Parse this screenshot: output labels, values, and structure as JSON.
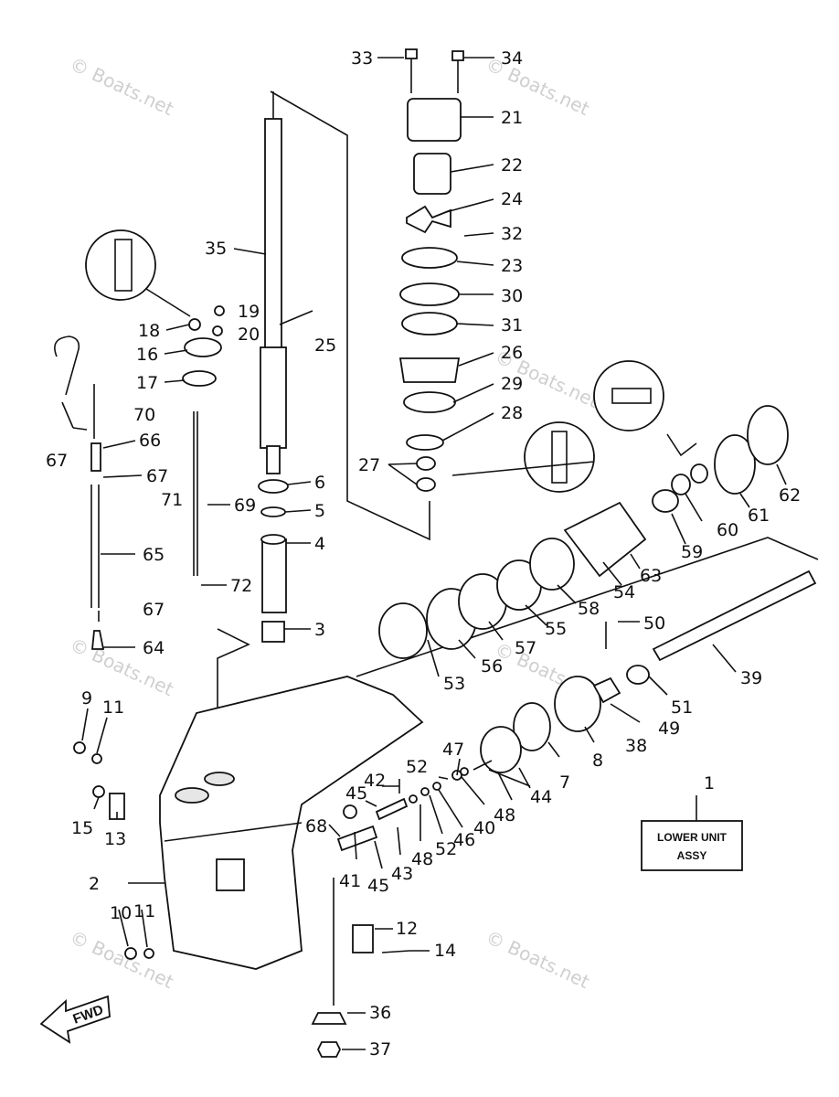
{
  "watermark": "© Boats.net",
  "assembly_box": {
    "line1": "LOWER UNIT",
    "line2": "ASSY"
  },
  "direction_arrow": "FWD",
  "callouts": {
    "c1": "1",
    "c2": "2",
    "c3": "3",
    "c4": "4",
    "c5": "5",
    "c6": "6",
    "c7": "7",
    "c8": "8",
    "c9": "9",
    "c10": "10",
    "c11a": "11",
    "c11b": "11",
    "c12": "12",
    "c13": "13",
    "c14": "14",
    "c15": "15",
    "c16": "16",
    "c17": "17",
    "c18": "18",
    "c19": "19",
    "c20": "20",
    "c21": "21",
    "c22": "22",
    "c23": "23",
    "c24": "24",
    "c25": "25",
    "c26": "26",
    "c27": "27",
    "c28": "28",
    "c29": "29",
    "c30": "30",
    "c31": "31",
    "c32": "32",
    "c33": "33",
    "c34": "34",
    "c35": "35",
    "c36": "36",
    "c37": "37",
    "c38": "38",
    "c39": "39",
    "c40": "40",
    "c41": "41",
    "c42": "42",
    "c43": "43",
    "c44": "44",
    "c45a": "45",
    "c45b": "45",
    "c46": "46",
    "c47": "47",
    "c48a": "48",
    "c48b": "48",
    "c49": "49",
    "c50": "50",
    "c51": "51",
    "c52a": "52",
    "c52b": "52",
    "c53": "53",
    "c54": "54",
    "c55": "55",
    "c56": "56",
    "c57": "57",
    "c58": "58",
    "c59": "59",
    "c60": "60",
    "c61": "61",
    "c62": "62",
    "c63": "63",
    "c64": "64",
    "c65": "65",
    "c66": "66",
    "c67a": "67",
    "c67b": "67",
    "c67c": "67",
    "c68": "68",
    "c69": "69",
    "c70": "70",
    "c71": "71",
    "c72": "72"
  }
}
